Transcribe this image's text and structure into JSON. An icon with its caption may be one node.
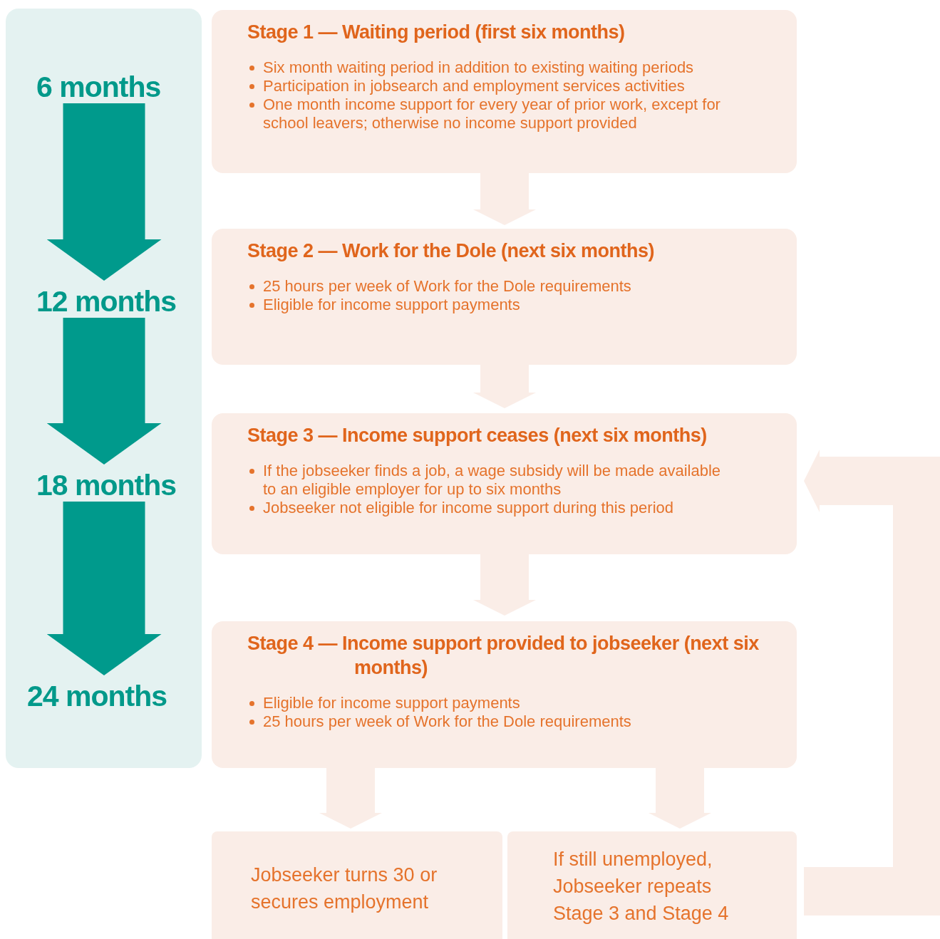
{
  "diagram": {
    "nodes": [
      {
        "text": [],
        "shape": "box"
      },
      {
        "text": [
          "6 months"
        ],
        "in": 0
      },
      {
        "text": [
          "12 months"
        ],
        "in": 0
      },
      {
        "text": [
          "18 months"
        ],
        "in": 0
      },
      {
        "text": [
          "24 months"
        ],
        "in": 0
      },
      {
        "text": [
          "Stage 1 — Waiting period (first six months)",
          "Six month waiting period in addition to existing waiting periods",
          "Participation in jobsearch and employment services activities",
          "One month income support for every year of prior work, except for school leavers; otherwise no income support provided"
        ]
      },
      {
        "text": [
          "Stage 2 — Work for the Dole (next six months)",
          "25 hours per week of Work for the Dole requirements",
          "Eligible for income support payments"
        ]
      },
      {
        "text": [
          "Stage 3 — Income support ceases (next six months)",
          "If the jobseeker finds a job, a wage subsidy will be made available to an eligible employer for up to six months",
          "Jobseeker not eligible for income support during this period"
        ]
      },
      {
        "text": [
          "Stage 4 — Income support provided to jobseeker (next six months)",
          "Eligible for income support payments",
          "25 hours per week of Work for the Dole requirements"
        ]
      },
      {
        "text": [
          "Jobseeker turns 30 or secures employment"
        ]
      },
      {
        "text": [
          "If still unemployed, Jobseeker repeats Stage 3 and Stage 4"
        ]
      }
    ],
    "edges": [
      {
        "from": 1,
        "to": 2,
        "arrow": "to",
        "color": "#009a8c"
      },
      {
        "from": 2,
        "to": 3,
        "arrow": "to",
        "color": "#009a8c"
      },
      {
        "from": 3,
        "to": 4,
        "arrow": "to",
        "color": "#009a8c"
      },
      {
        "from": 5,
        "to": 6,
        "arrow": "to"
      },
      {
        "from": 6,
        "to": 7,
        "arrow": "to"
      },
      {
        "from": 7,
        "to": 8,
        "arrow": "to"
      },
      {
        "from": 8,
        "to": 9,
        "arrow": "to"
      },
      {
        "from": 8,
        "to": 10,
        "arrow": "to"
      },
      {
        "from": 10,
        "to": 7,
        "arrow": "to"
      }
    ]
  }
}
